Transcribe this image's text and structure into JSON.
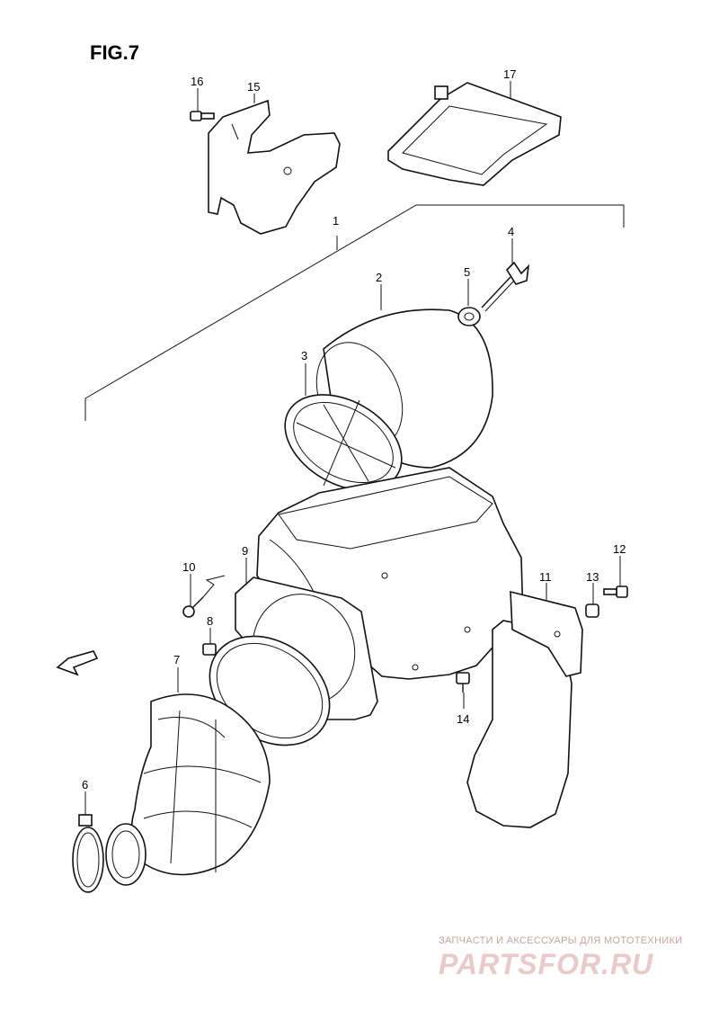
{
  "title": "FIG.7",
  "callouts": [
    "1",
    "2",
    "3",
    "4",
    "5",
    "6",
    "7",
    "8",
    "9",
    "10",
    "11",
    "12",
    "13",
    "14",
    "15",
    "16",
    "17"
  ],
  "fwd_label": "FWD",
  "watermark": {
    "subtitle": "ЗАПЧАСТИ И АКСЕССУАРЫ ДЛЯ МОТОТЕХНИКИ",
    "logo": "PARTSFOR.RU"
  },
  "colors": {
    "line": "#111111",
    "watermark": "#e9c9c9"
  }
}
